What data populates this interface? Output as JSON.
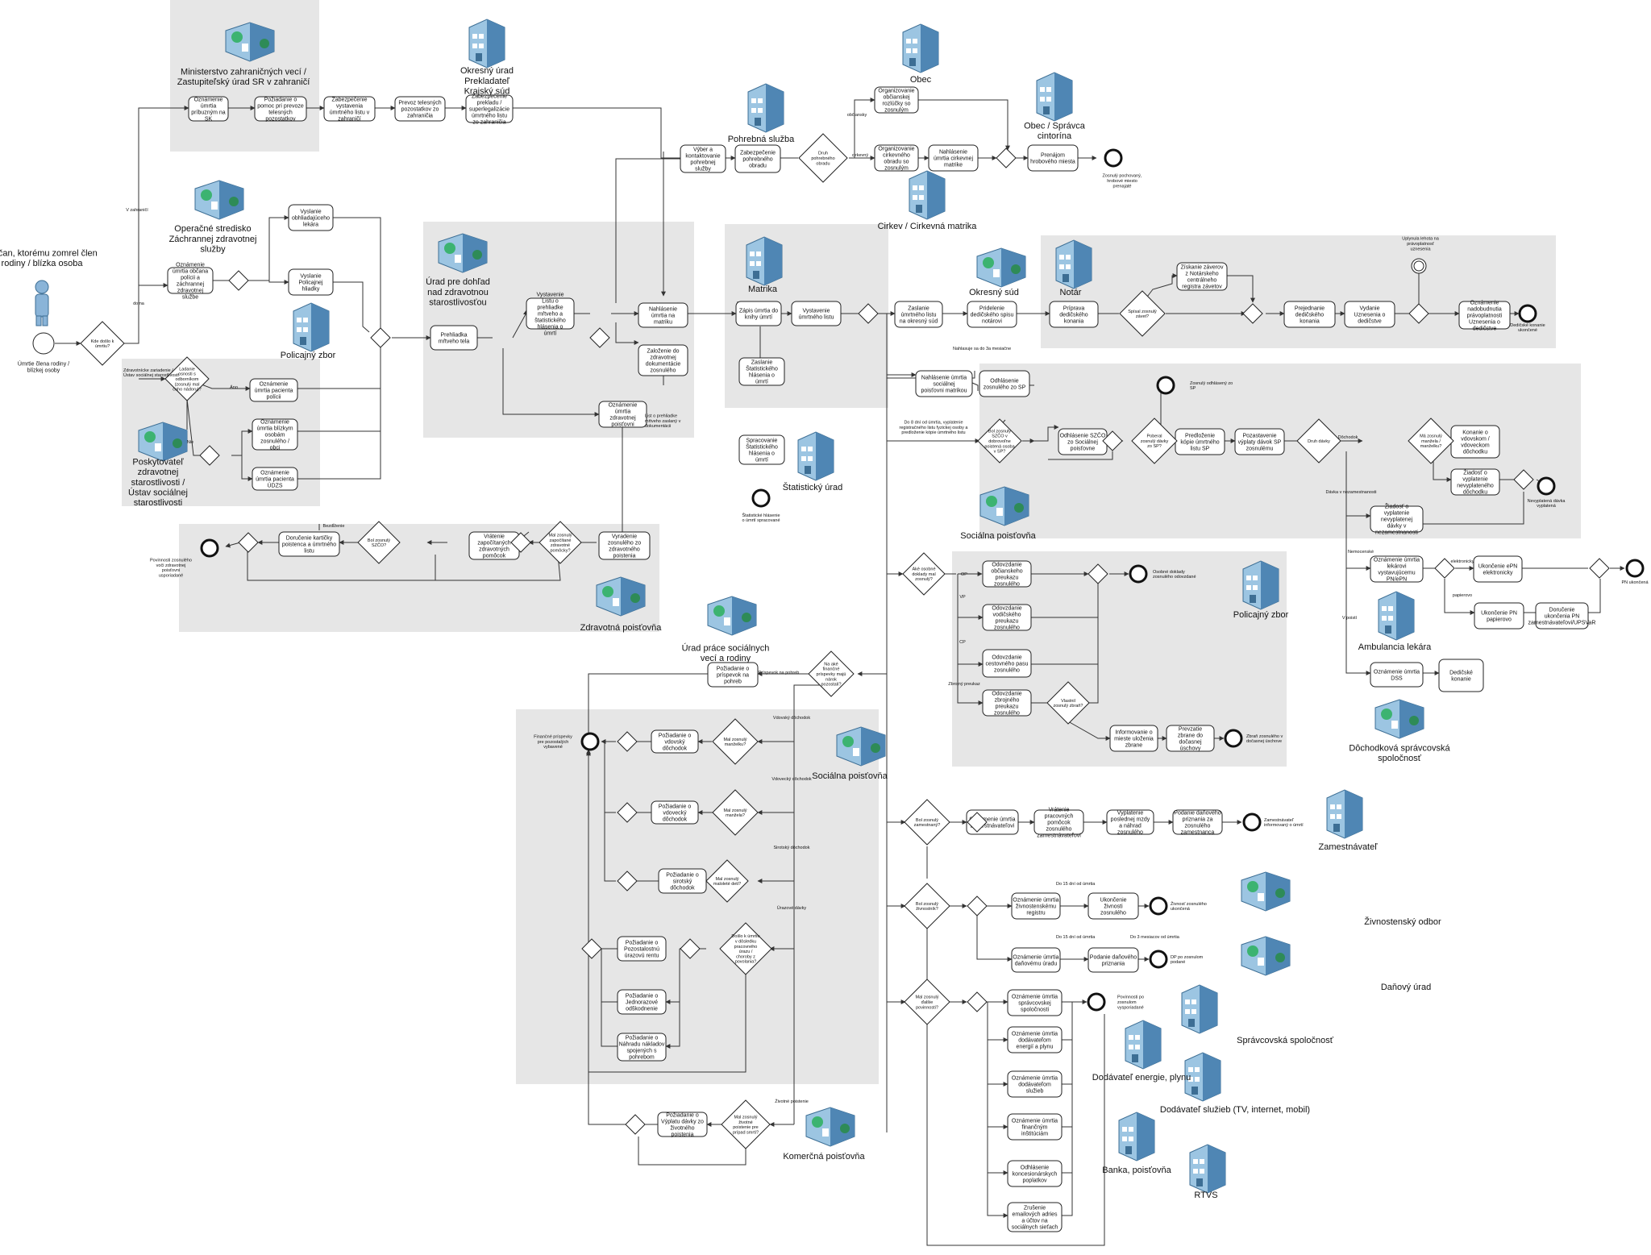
{
  "colors": {
    "lane_fill": "#e6e6e6",
    "line": "#333333",
    "task_stroke": "#222222",
    "building_blue": "#7fb3d5",
    "building_dark": "#3d6e94",
    "person": "#8ab4d8"
  },
  "orgs": {
    "obcan": "Občan, ktorému zomrel člen rodiny / blízka osoba",
    "ministerstvo": "Ministerstvo zahraničných vecí / Zastupiteľský úrad SR v zahraničí",
    "okresny_prekladatel": "Okresný úrad Prekladateľ Krajský súd",
    "operacne": "Operačné stredisko Záchrannej zdravotnej služby",
    "policajny1": "Policajný zbor",
    "poskytovatel": "Poskytovateľ zdravotnej starostlivosti / Ústav sociálnej starostlivosti",
    "urad_dohlad": "Úrad pre dohľad nad zdravotnou starostlivosťou",
    "zdravotna": "Zdravotná poisťovňa",
    "pohrebna": "Pohrebná služba",
    "obec": "Obec",
    "obec_spravca": "Obec / Správca cintorína",
    "cirkev": "Cirkev / Cirkevná matrika",
    "matrika": "Matrika",
    "statisticky": "Štatistický úrad",
    "okresny_sud": "Okresný súd",
    "notar": "Notár",
    "socialna1": "Sociálna poisťovňa",
    "policajny2": "Policajný zbor",
    "urad_prace": "Úrad práce sociálnych vecí a rodiny",
    "socialna2": "Sociálna poisťovňa",
    "komercna": "Komerčná poisťovňa",
    "ambulancia": "Ambulancia lekára",
    "dochodkova": "Dôchodková správcovská spoločnosť",
    "zamestnavatel": "Zamestnávateľ",
    "zivnostensky": "Živnostenský odbor",
    "danovy": "Daňový úrad",
    "spravcovska": "Správcovská spoločnosť",
    "dodavatel_energie": "Dodávateľ energie, plynu",
    "dodavatel_sluzieb": "Dodávateľ služieb (TV, internet, mobil)",
    "banka": "Banka, poisťovňa",
    "rtvs": "RTVS"
  },
  "tasks": {
    "t_ozn_pribuznym": "Oznámenie úmrtia príbuzným na SK",
    "t_poziadanie_pomoc": "Požiadanie o pomoc pri prevoze telesných pozostatkov",
    "t_zabezpecenie_vystavenia": "Zabezpečenie vystavenia úmrtného listu v zahraničí",
    "t_prevoz": "Prevoz telesných pozostatkov zo zahraničia",
    "t_zabezpecenie_prekladu": "Zabezpečenie prekladu / superlegalizácie úmrtného listu zo zahraničia",
    "t_vyslanie_lekara": "Vyslanie obhliadajúceho lekára",
    "t_vyslanie_policia": "Vyslanie Policajnej hliadky",
    "t_ozn_obcana": "Oznámenie úmrtia občana polícii a záchrannej zdravotnej službe",
    "t_ozn_pacienta_polici": "Oznámenie úmrtia pacienta polícii",
    "t_ozn_blizkym": "Oznámenie úmrtia blízkym osobám zosnulého / obci",
    "t_ozn_pacienta_udzs": "Oznámenie úmrtia pacienta ÚDZS",
    "t_prehliadka": "Prehliadka mŕtveho tela",
    "t_vystavenie_listu": "Vystavenie Listu o prehliadke mŕtveho a štatistického hlásenia o úmrtí",
    "t_nahlasenie_matriku": "Nahlásenie úmrtia na matriku",
    "t_zalozenie": "Založenie do zdravotnej dokumentácie zosnulého",
    "t_ozn_zdravotnej": "Oznámenie úmrtia zdravotnej poisťovni",
    "t_vyradenie": "Vyradenie zosnulého zo zdravotného poistenia",
    "t_vratenie": "Vrátenie započítaných zdravotných pomôcok",
    "t_dorucenie_kartic": "Doručenie kartičky poistenca a úmrtného listu",
    "t_vyber_pohrebnej": "Výber a kontaktovanie pohrebnej služby",
    "t_zabezpecenie_obradu": "Zabezpečenie pohrebného obradu",
    "t_organizovanie_obcianske": "Organizovanie občianskej rozlúčky so zosnulým",
    "t_organizovanie_cirkevne": "Organizovanie cirkevného obradu so zosnulým",
    "t_nahlasenie_cirkevnej": "Nahlásenie úmrtia cirkevnej matrike",
    "t_prenajom": "Prenájom hrobového miesta",
    "t_zapis": "Zápis úmrtia do knihy úmrtí",
    "t_vystavenie_umrtneho": "Vystavenie úmrtného listu",
    "t_zaslanie_statistickeho": "Zaslanie Štatistického hlásenia o úmrtí",
    "t_spracovanie": "Spracovanie Štatistického hlásenia o úmrtí",
    "t_zaslanie_sud": "Zaslanie úmrtného listu na okresný súd",
    "t_pridelenie": "Pridelenie dedičského spisu notárovi",
    "t_priprava": "Príprava dedičského konania",
    "t_ziskanie": "Získanie záverov z Notárskeho centrálneho registra závetov",
    "t_prejednanie": "Prejednanie dedičského konania",
    "t_vydanie": "Vydanie Uznesenia o dedičstve",
    "t_oznamenie_nadobudnutia": "Oznámenie nadobudnutia právoplatnosti Uznesenia o dedičstve",
    "t_nahlasenie_sp": "Nahlásenie úmrtia sociálnej poisťovni matrikou",
    "t_odhlasenie_sp": "Odhlásenie zosnulého zo SP",
    "t_odhlasenie_szco": "Odhlásenie SZČO zo Sociálnej poisťovne",
    "t_predlozenie": "Predloženie kópie úmrtného listu SP",
    "t_pozastavenie": "Pozastavenie výplaty dávok SP zosnulému",
    "t_konanie_vdovske": "Konanie o vdovskom / vdoveckom dôchodku",
    "t_ziadost_nevyplatene": "Žiadosť o vyplatenie nevyplateného dôchodku",
    "t_ziadost_davky": "Žiadosť o vyplatenie nevyplatenej dávky v nezamestnanosti",
    "t_ozn_lekarovi": "Oznámenie úmrtia lekárovi vystavujúcemu PN/ePN",
    "t_ukoncenie_epn": "Ukončenie ePN elektronicky",
    "t_ukoncenie_pn": "Ukončenie PN papierovo",
    "t_dorucenie_pn": "Doručenie ukončenia PN zamestnávateľovi/UPSVaR",
    "t_ozn_dss": "Oznámenie úmrtia DSS",
    "t_dedicske_konanie": "Dedičské konanie",
    "t_odovzdanie_obcianskeho": "Odovzdanie občianskeho preukazu zosnulého",
    "t_odovzdanie_vodicskeho": "Odovzdanie vodičského preukazu zosnulého",
    "t_odovzdanie_cestovneho": "Odovzdanie cestovného pasu zosnulého",
    "t_odovzdanie_zbrojneho": "Odovzdanie zbrojného preukazu zosnulého",
    "t_informovanie_zbrane": "Informovanie o mieste uloženia zbrane",
    "t_prevzatie_zbrane": "Prevzatie zbrane do dočasnej úschovy",
    "t_poziadanie_prispevok": "Požiadanie o príspevok na pohreb",
    "t_poziadanie_vdovsky": "Požiadanie o vdovský dôchodok",
    "t_poziadanie_vdovecky": "Požiadanie o vdovecký dôchodok",
    "t_poziadanie_sirotsky": "Požiadanie o sirotský dôchodok",
    "t_poziadanie_renta": "Požiadanie o Pozostalostnú úrazovú rentu",
    "t_poziadanie_jednorazove": "Požiadanie o Jednorazové odškodnenie",
    "t_poziadanie_nahrada": "Požiadanie o Náhradu nákladov spojených s pohrebom",
    "t_poziadanie_zivotne": "Požiadanie o Výplatu dávky zo životného poistenia",
    "t_ozn_zamestnavatelovi": "Oznámenie úmrtia zamestnávateľovi",
    "t_vratenie_pracovnych": "Vrátenie pracovných pomôcok zosnulého zamestnávateľovi",
    "t_vyplatenie": "Vyplatenie poslednej mzdy a náhrad zosnulého",
    "t_podanie_danoveho_zam": "Podanie daňového priznania za zosnulého zamestnanca",
    "t_ozn_zivnostenskemu": "Oznámenie úmrtia živnostenskému registru",
    "t_ukoncenie_zivnosti": "Ukončenie živnosti zosnulého",
    "t_ozn_danovemu": "Oznámenie úmrtia daňovému úradu",
    "t_podanie_danoveho": "Podanie daňového priznania",
    "t_ozn_spravcovskej": "Oznámenie úmrtia správcovskej spoločnosti",
    "t_ozn_dodavatelom_energii": "Oznámenie úmrtia dodávateľom energií a plynu",
    "t_ozn_dodavatelom_sluzieb": "Oznámenie úmrtia dodávateľom služieb",
    "t_ozn_financnym": "Oznámenie úmrtia finančným inštitúciám",
    "t_odhlasenie_koncesionarskych": "Odhlásenie koncesionárskych poplatkov",
    "t_zrusenie_emailovych": "Zrušenie emailových adries a účtov na sociálnych sieťach"
  },
  "gateways": {
    "g_kde": "Kde došlo k úmrtiu?",
    "g_ladanie": "Ladanie osnosti s odborníkom (zosnulý mal čoho nádoru)?",
    "g_mal_zapocitane": "Mal zosnulý započítané zdravotné pomôcky?",
    "g_bol_szco": "Bol zosnulý SZČO?",
    "g_druh_obradu": "Druh pohrebného obradu",
    "g_spisal_zavet": "Spísal zosnulý závet?",
    "g_bol_szco_sp": "Bol zosnulý SZČO v dobrovoľne poistená osoba v SP?",
    "g_poberal_davky": "Poberal zosnulý dávky zo SP?",
    "g_druh_davky": "Druh dávky",
    "g_ma_zosnuly_manzela": "Má zosnulý manžela / manželku?",
    "g_ake_osobne": "Aké osobné doklady mal zosnulý?",
    "g_vlastnil_zbran": "Vlastnil zosnulý zbraň?",
    "g_na_ake_prispevky": "Na aké finančné príspevky majú nárok pozostalí?",
    "g_mal_manzelku": "Mal zosnulý manželku?",
    "g_mal_manzela": "Mal zosnulý manžela?",
    "g_mal_deti": "Mal zosnulý maloleté deti?",
    "g_doslo_k_umrtiu_urazom": "Došlo k úmrtiu v dôsledku pracovného úrazu / choroby z povolania?",
    "g_mal_zivotne": "Mal zosnulý životné poistenie pre prípad smrti?",
    "g_bol_zamestnany": "Bol zosnulý zamestnaný?",
    "g_bol_zivnostnik": "Bol zosnulý živnostník?",
    "g_mal_dalsie": "Mal zosnulý ďalšie povinnosti?"
  },
  "events": {
    "e_start": "Úmrtie člena rodiny / blízkej osoby",
    "e_povinnost_zdravotne": "Povinnosti zosnulého voči zdravotnej poisťovni usporiadané",
    "e_zosnuly_pochovany": "Zosnulý pochovaný, hrobové miesto prenajaté",
    "e_statisticke": "Štatistické hlásenie o úmrtí spracované",
    "e_dedicske_ukoncene": "Dedičské konanie ukončené",
    "e_uplynula_lehota": "Uplynula lehota na právoplatnosť uznesenia",
    "e_zosnuly_odhlaseny": "Zosnulý odhlásený zo SP",
    "e_nevyplatena_davka": "Nevyplatená dávka vyplatená",
    "e_pn_ukoncena": "PN ukončená",
    "e_osobne_doklady": "Osobné doklady zosnulého odovzdané",
    "e_zbran_zosnuleho": "Zbraň zosnulého v dočasnej úschove",
    "e_financne_prispevky": "Finančné príspevky pre pozostalých vybavené",
    "e_zamestnavatel_informovany": "Zamestnávateľ informovaný o úmrtí",
    "e_zivnost_ukoncena": "Živnosť zosnulého ukončená",
    "e_dp_podane": "DP po zosnulom podané",
    "e_povinnosti_vysporiadane": "Povinnosti po zosnulom vysporiadané"
  },
  "annotations": {
    "a_lista_prehliadke": "List o prehliadke mŕtveho zaslaný v dokumentácii",
    "a_nahlasuje": "Nahlasuje sa do 3a mesiačne",
    "a_do_8_dni": "Do 8 dní od úmrtia, vyplatenie registračného listu fyzickej osoby a predloženie kópie úmrtného listu",
    "a_do_15_dni_1": "Do 15 dní od úmrtia",
    "a_do_15_dni_2": "Do 15 dní od úmrtia",
    "a_do_3_mesiacov": "Do 3 mesiacov od úmrtia"
  },
  "labels": {
    "v_zahranici": "V zahraničí",
    "doma": "doma",
    "zdravotnicke": "Zdravotnícke zariadenie / Ústav sociálnej starostlivosti",
    "ano": "Áno",
    "nie": "Nie",
    "obcianske": "občiansky",
    "cirkevne": "cirkevný",
    "bezdlzenie": "Bezdĺženie",
    "vdovsky": "Vdovský dôchodok",
    "vdovecky": "Vdovecký dôchodok",
    "sirotsky": "Sirotský dôchodok",
    "urazove": "Úrazové dávky",
    "prispevok": "Príspevok na pohreb",
    "zivotne": "Životné poistenie",
    "dochodok": "Dôchodok",
    "davka_nezam": "Dávka v nezamestnanosti",
    "nemocenske": "Nemocenské",
    "v_poisti": "V poistí",
    "elektronicky": "elektronicky",
    "papierovo": "papierovo",
    "op": "OP",
    "vp": "VP",
    "cp": "CP",
    "zbrojny": "Zbrojný preukaz"
  }
}
